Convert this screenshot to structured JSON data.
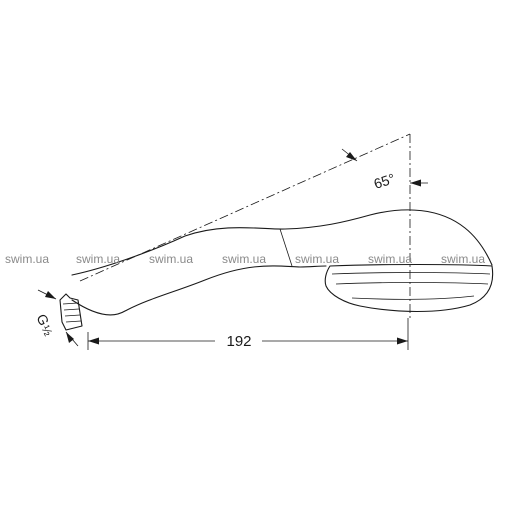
{
  "drawing": {
    "watermark_text": "swim.ua",
    "dimension_length": "192",
    "dimension_angle": "65°",
    "thread_label": "G",
    "thread_fraction": "½"
  },
  "colors": {
    "ink": "#1a1a1a",
    "watermark": "#8a8a8a",
    "background": "#ffffff"
  }
}
